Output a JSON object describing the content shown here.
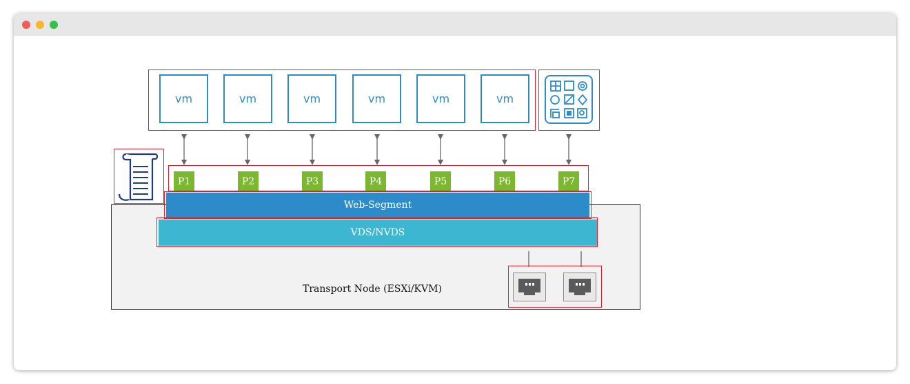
{
  "diagram": {
    "vms": [
      "vm",
      "vm",
      "vm",
      "vm",
      "vm",
      "vm"
    ],
    "ports": [
      "P1",
      "P2",
      "P3",
      "P4",
      "P5",
      "P6",
      "P7"
    ],
    "segment_label": "Web-Segment",
    "vds_label": "VDS/NVDS",
    "transport_node_label": "Transport Node (ESXi/KVM)"
  },
  "colors": {
    "highlight": "#e0202e",
    "vm_outline": "#2e8bc9",
    "port": "#7cb82f",
    "segment": "#2e8bc9",
    "vds": "#3db6d2",
    "arrow": "#666666"
  },
  "icons": [
    "policy-scroll-icon",
    "app-grid-icon",
    "network-port-icon"
  ]
}
